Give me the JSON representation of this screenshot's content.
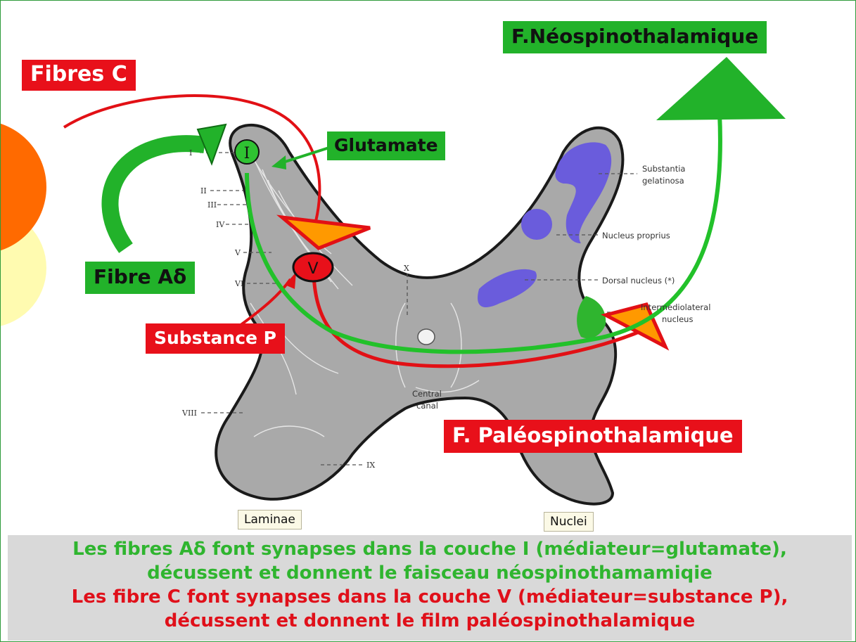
{
  "labels": {
    "fibres_c": "Fibres C",
    "fibre_ad": "Fibre Aδ",
    "glutamate": "Glutamate",
    "substance_p": "Substance P",
    "neo": "F.Néospinothalamique",
    "paleo": "F. Paléospinothalamique",
    "lamina_i": "I",
    "lamina_v": "V"
  },
  "anatomy": {
    "laminae": [
      "I",
      "II",
      "III",
      "IV",
      "V",
      "VI",
      "VIII",
      "IX",
      "X"
    ],
    "substantia": "Substantia",
    "gelatinosa": "gelatinosa",
    "nucleus_proprius": "Nucleus proprius",
    "dorsal_nucleus": "Dorsal nucleus (*)",
    "intermediolateral": "Intermediolateral",
    "nucleus": "nucleus",
    "central": "Central",
    "canal": "canal",
    "laminae_label": "Laminae",
    "nuclei_label": "Nuclei"
  },
  "caption": {
    "line1": "Les fibres Aδ font synapses dans la couche I (médiateur=glutamate),",
    "line2": "décussent et donnent le faisceau néospinothamamiqie",
    "line3": "Les fibre C font synapses dans la couche V (médiateur=substance P),",
    "line4": "décussent et donnent le film paléospinothalamique"
  },
  "colors": {
    "red": "#e8101a",
    "green": "#22b22a",
    "grey_matter": "#a9a9a9",
    "nuclei": "#6a5cdc",
    "orange": "#ff6a00"
  }
}
